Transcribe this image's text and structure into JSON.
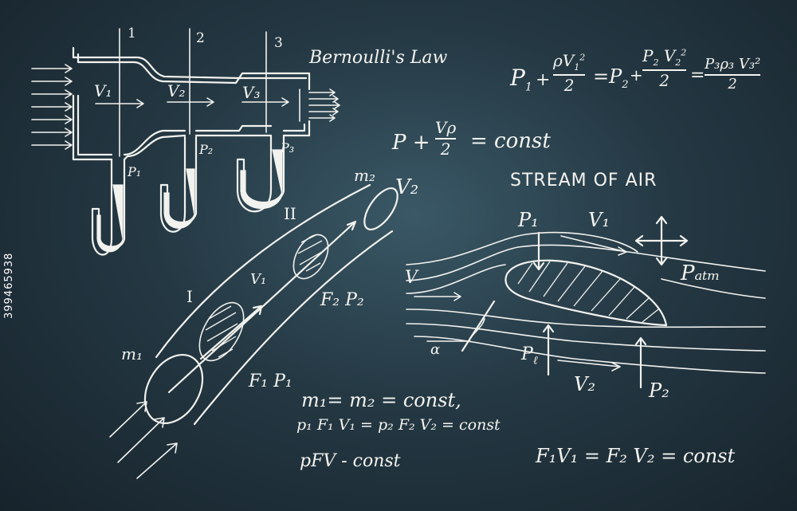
{
  "title": "Bernoulli's Law",
  "equation_top": {
    "p1": "P",
    "sub1": "1",
    "plus1": "+",
    "num1": "ρV",
    "num1_sub": "1",
    "num1_sup": "2",
    "den1": "2",
    "eq1": "=P",
    "sub2": "2",
    "plus2": "+",
    "num2": "P",
    "num2_sub": "2",
    "num2_v": "V",
    "num2_vsub": "2",
    "num2_sup": "2",
    "den2": "2",
    "eq2": "=",
    "num3": "P₃ρ₃ V₃²",
    "den3": "2"
  },
  "equation_const": {
    "p": "P +",
    "num": "Vρ",
    "den": "2",
    "rhs": "= const"
  },
  "stream_label": "STREAM OF AIR",
  "section_numbers": [
    "1",
    "2",
    "3"
  ],
  "velocity_labels": [
    "V₁",
    "V₂",
    "V₃"
  ],
  "pressure_labels": [
    "P₁",
    "P₂",
    "P₃"
  ],
  "tube_labels": {
    "m2": "m₂",
    "v2": "V₂",
    "roman2": "II",
    "roman1": "I",
    "v1": "V₁",
    "f2p2": "F₂ P₂",
    "m1": "m₁",
    "f1p1": "F₁ P₁"
  },
  "mass_equations": [
    "m₁= m₂ = const,",
    "p₁ F₁ V₁ = p₂ F₂ V₂ = const",
    "pFV - const"
  ],
  "airfoil_labels": {
    "p1": "P₁",
    "v1": "V₁",
    "patm": "Pₐₜₘ",
    "v": "V",
    "alpha": "α",
    "pl": "P",
    "pl_sub": "ℓ",
    "v2": "V₂",
    "p2": "P₂"
  },
  "flow_equation": "F₁V₁ = F₂ V₂ = const",
  "watermark": "399465938"
}
